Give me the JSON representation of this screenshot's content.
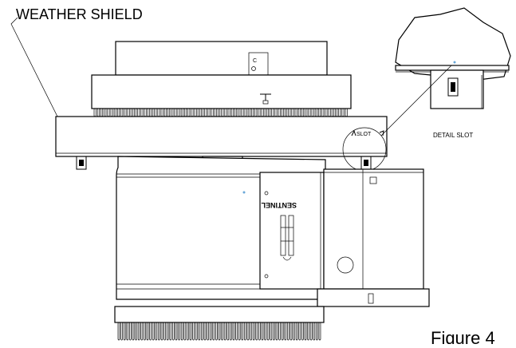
{
  "labels": {
    "weather_shield": "WEATHER SHIELD",
    "slot": "SLOT",
    "detail_slot": "DETAIL SLOT",
    "figure": "Figure 4",
    "brand": "SENTINEL"
  },
  "icons": {
    "c_mark": "C",
    "logo": "fire-logo-icon"
  },
  "colors": {
    "line": "#000000",
    "background": "#ffffff",
    "accent_dot": "#6aa8d8"
  }
}
